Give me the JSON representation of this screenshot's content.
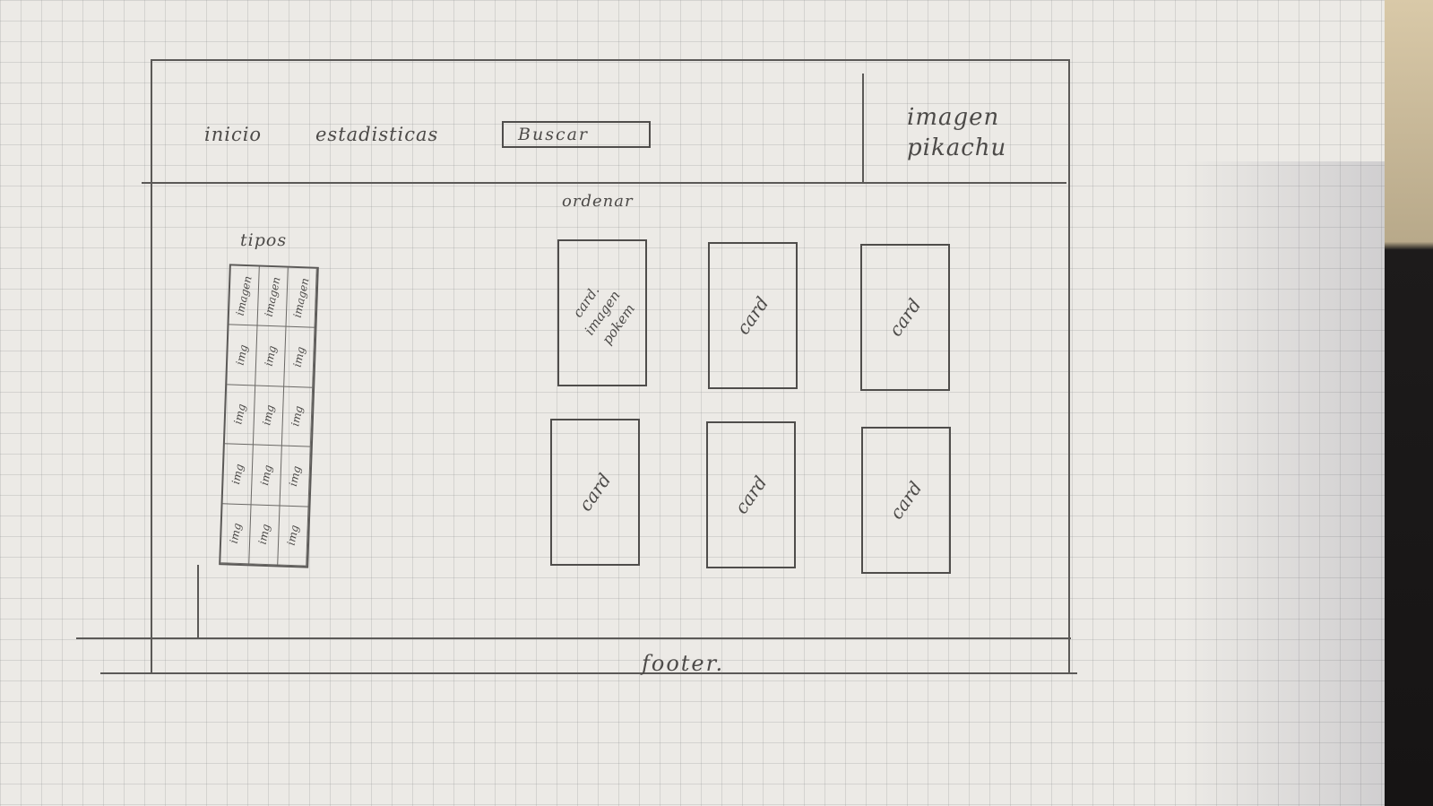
{
  "nav": {
    "links": [
      "inicio",
      "estadisticas"
    ],
    "search_label": "Buscar"
  },
  "logo": {
    "text": "imagen pikachu"
  },
  "sort": {
    "label": "ordenar"
  },
  "types": {
    "label": "tipos",
    "cells": [
      "imagen",
      "imagen",
      "imagen",
      "img",
      "img",
      "img",
      "img",
      "img",
      "img",
      "img",
      "img",
      "img",
      "img",
      "img",
      "img"
    ]
  },
  "cards": [
    {
      "lines": [
        "card.",
        "imagen",
        "pokem"
      ]
    },
    {
      "lines": [
        "card"
      ]
    },
    {
      "lines": [
        "card"
      ]
    },
    {
      "lines": [
        "card"
      ]
    },
    {
      "lines": [
        "card"
      ]
    },
    {
      "lines": [
        "card"
      ]
    }
  ],
  "footer": {
    "text": "footer."
  }
}
